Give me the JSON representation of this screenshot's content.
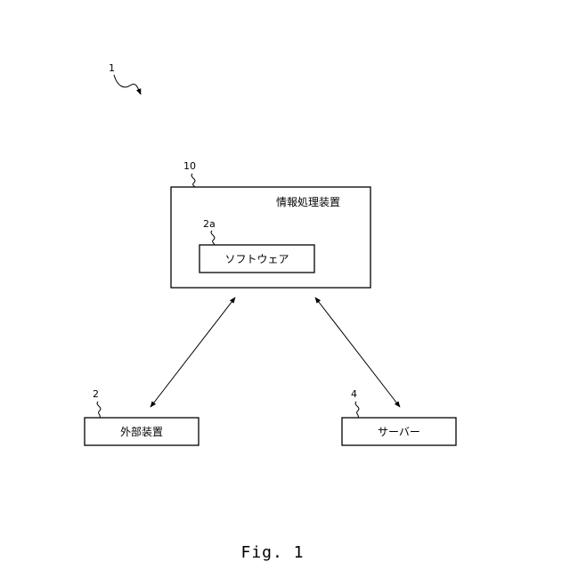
{
  "system_ref": "1",
  "device": {
    "ref": "10",
    "label": "情報処理装置"
  },
  "software": {
    "ref": "2a",
    "label": "ソフトウェア"
  },
  "external_device": {
    "ref": "2",
    "label": "外部装置"
  },
  "server": {
    "ref": "4",
    "label": "サーバー"
  },
  "caption": "Fig. 1"
}
